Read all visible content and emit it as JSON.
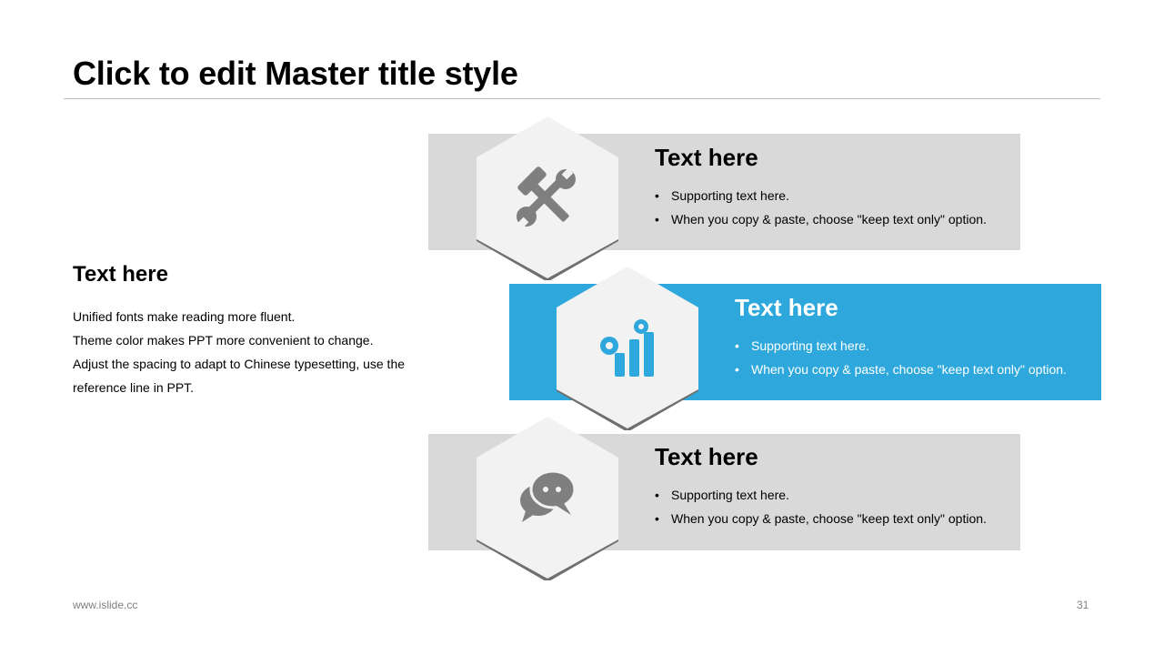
{
  "slide": {
    "title": "Click to edit Master title style",
    "footer_url": "www.islide.cc",
    "page_number": "31"
  },
  "left_panel": {
    "heading": "Text here",
    "lines": [
      "Unified fonts make reading more fluent.",
      "Theme color makes PPT more convenient to change.",
      "Adjust the spacing to adapt to Chinese typesetting, use the",
      "reference line in PPT."
    ]
  },
  "cards": [
    {
      "title": "Text here",
      "icon": "tools-icon",
      "bullet_char": "•",
      "bullets": [
        "Supporting text here.",
        "When you copy & paste, choose \"keep text only\" option."
      ],
      "band_color": "#d9d9d9",
      "text_color": "#000000",
      "icon_color": "#7f7f7f"
    },
    {
      "title": "Text here",
      "icon": "growth-chart-gears-icon",
      "bullet_char": "•",
      "bullets": [
        "Supporting text here.",
        "When you copy & paste, choose \"keep text only\" option."
      ],
      "band_color": "#2ea8dc",
      "text_color": "#ffffff",
      "icon_color": "#2ea8dc"
    },
    {
      "title": "Text here",
      "icon": "chat-bubbles-icon",
      "bullet_char": "•",
      "bullets": [
        "Supporting text here.",
        "When you copy & paste, choose \"keep text only\" option."
      ],
      "band_color": "#d9d9d9",
      "text_color": "#000000",
      "icon_color": "#7f7f7f"
    }
  ],
  "colors": {
    "accent": "#2ea8dc",
    "band_gray": "#d9d9d9",
    "hexagon_fill": "#f2f2f2",
    "hexagon_shadow": "#7f7f7f"
  }
}
